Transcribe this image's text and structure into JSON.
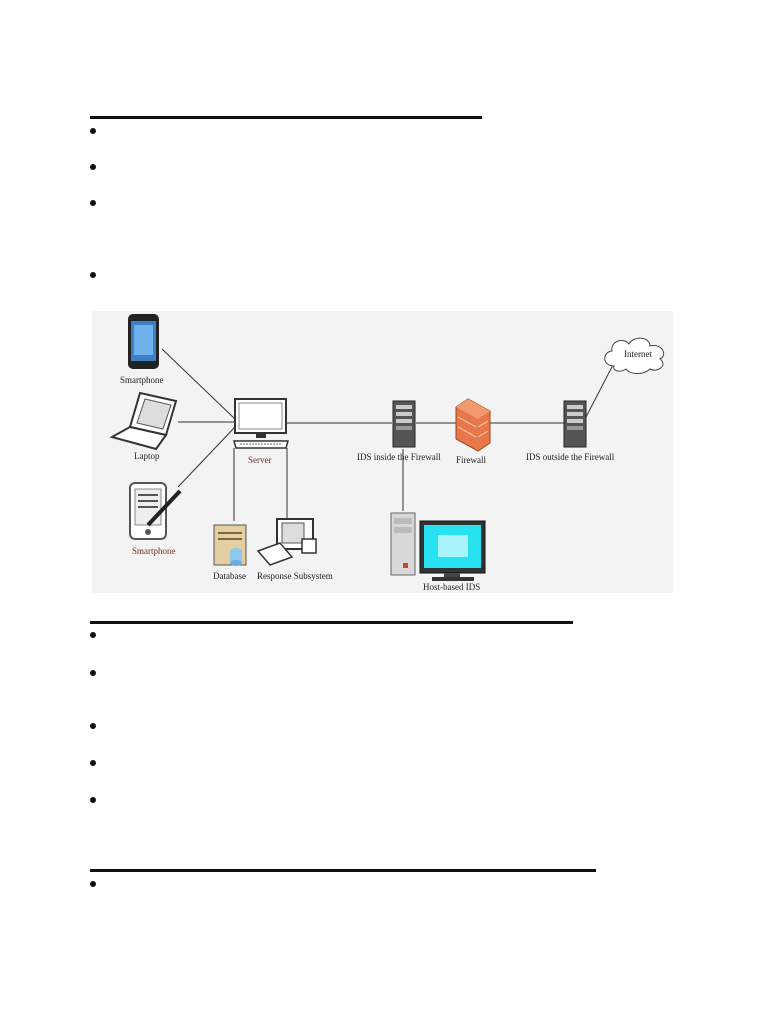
{
  "diagram": {
    "labels": {
      "smartphone_top": "Smartphone",
      "laptop": "Laptop",
      "smartphone_bottom": "Smartphone",
      "server": "Server",
      "database": "Database",
      "response_subsystem": "Response Subsystem",
      "ids_inside": "IDS inside the Firewall",
      "firewall": "Firewall",
      "ids_outside": "IDS outside the Firewall",
      "internet": "Internet",
      "host_based_ids": "Host-based IDS"
    },
    "colors": {
      "firewall": "#e8784a",
      "monitor_screen": "#27e3f2",
      "server_label": "#7a2a2a"
    }
  }
}
